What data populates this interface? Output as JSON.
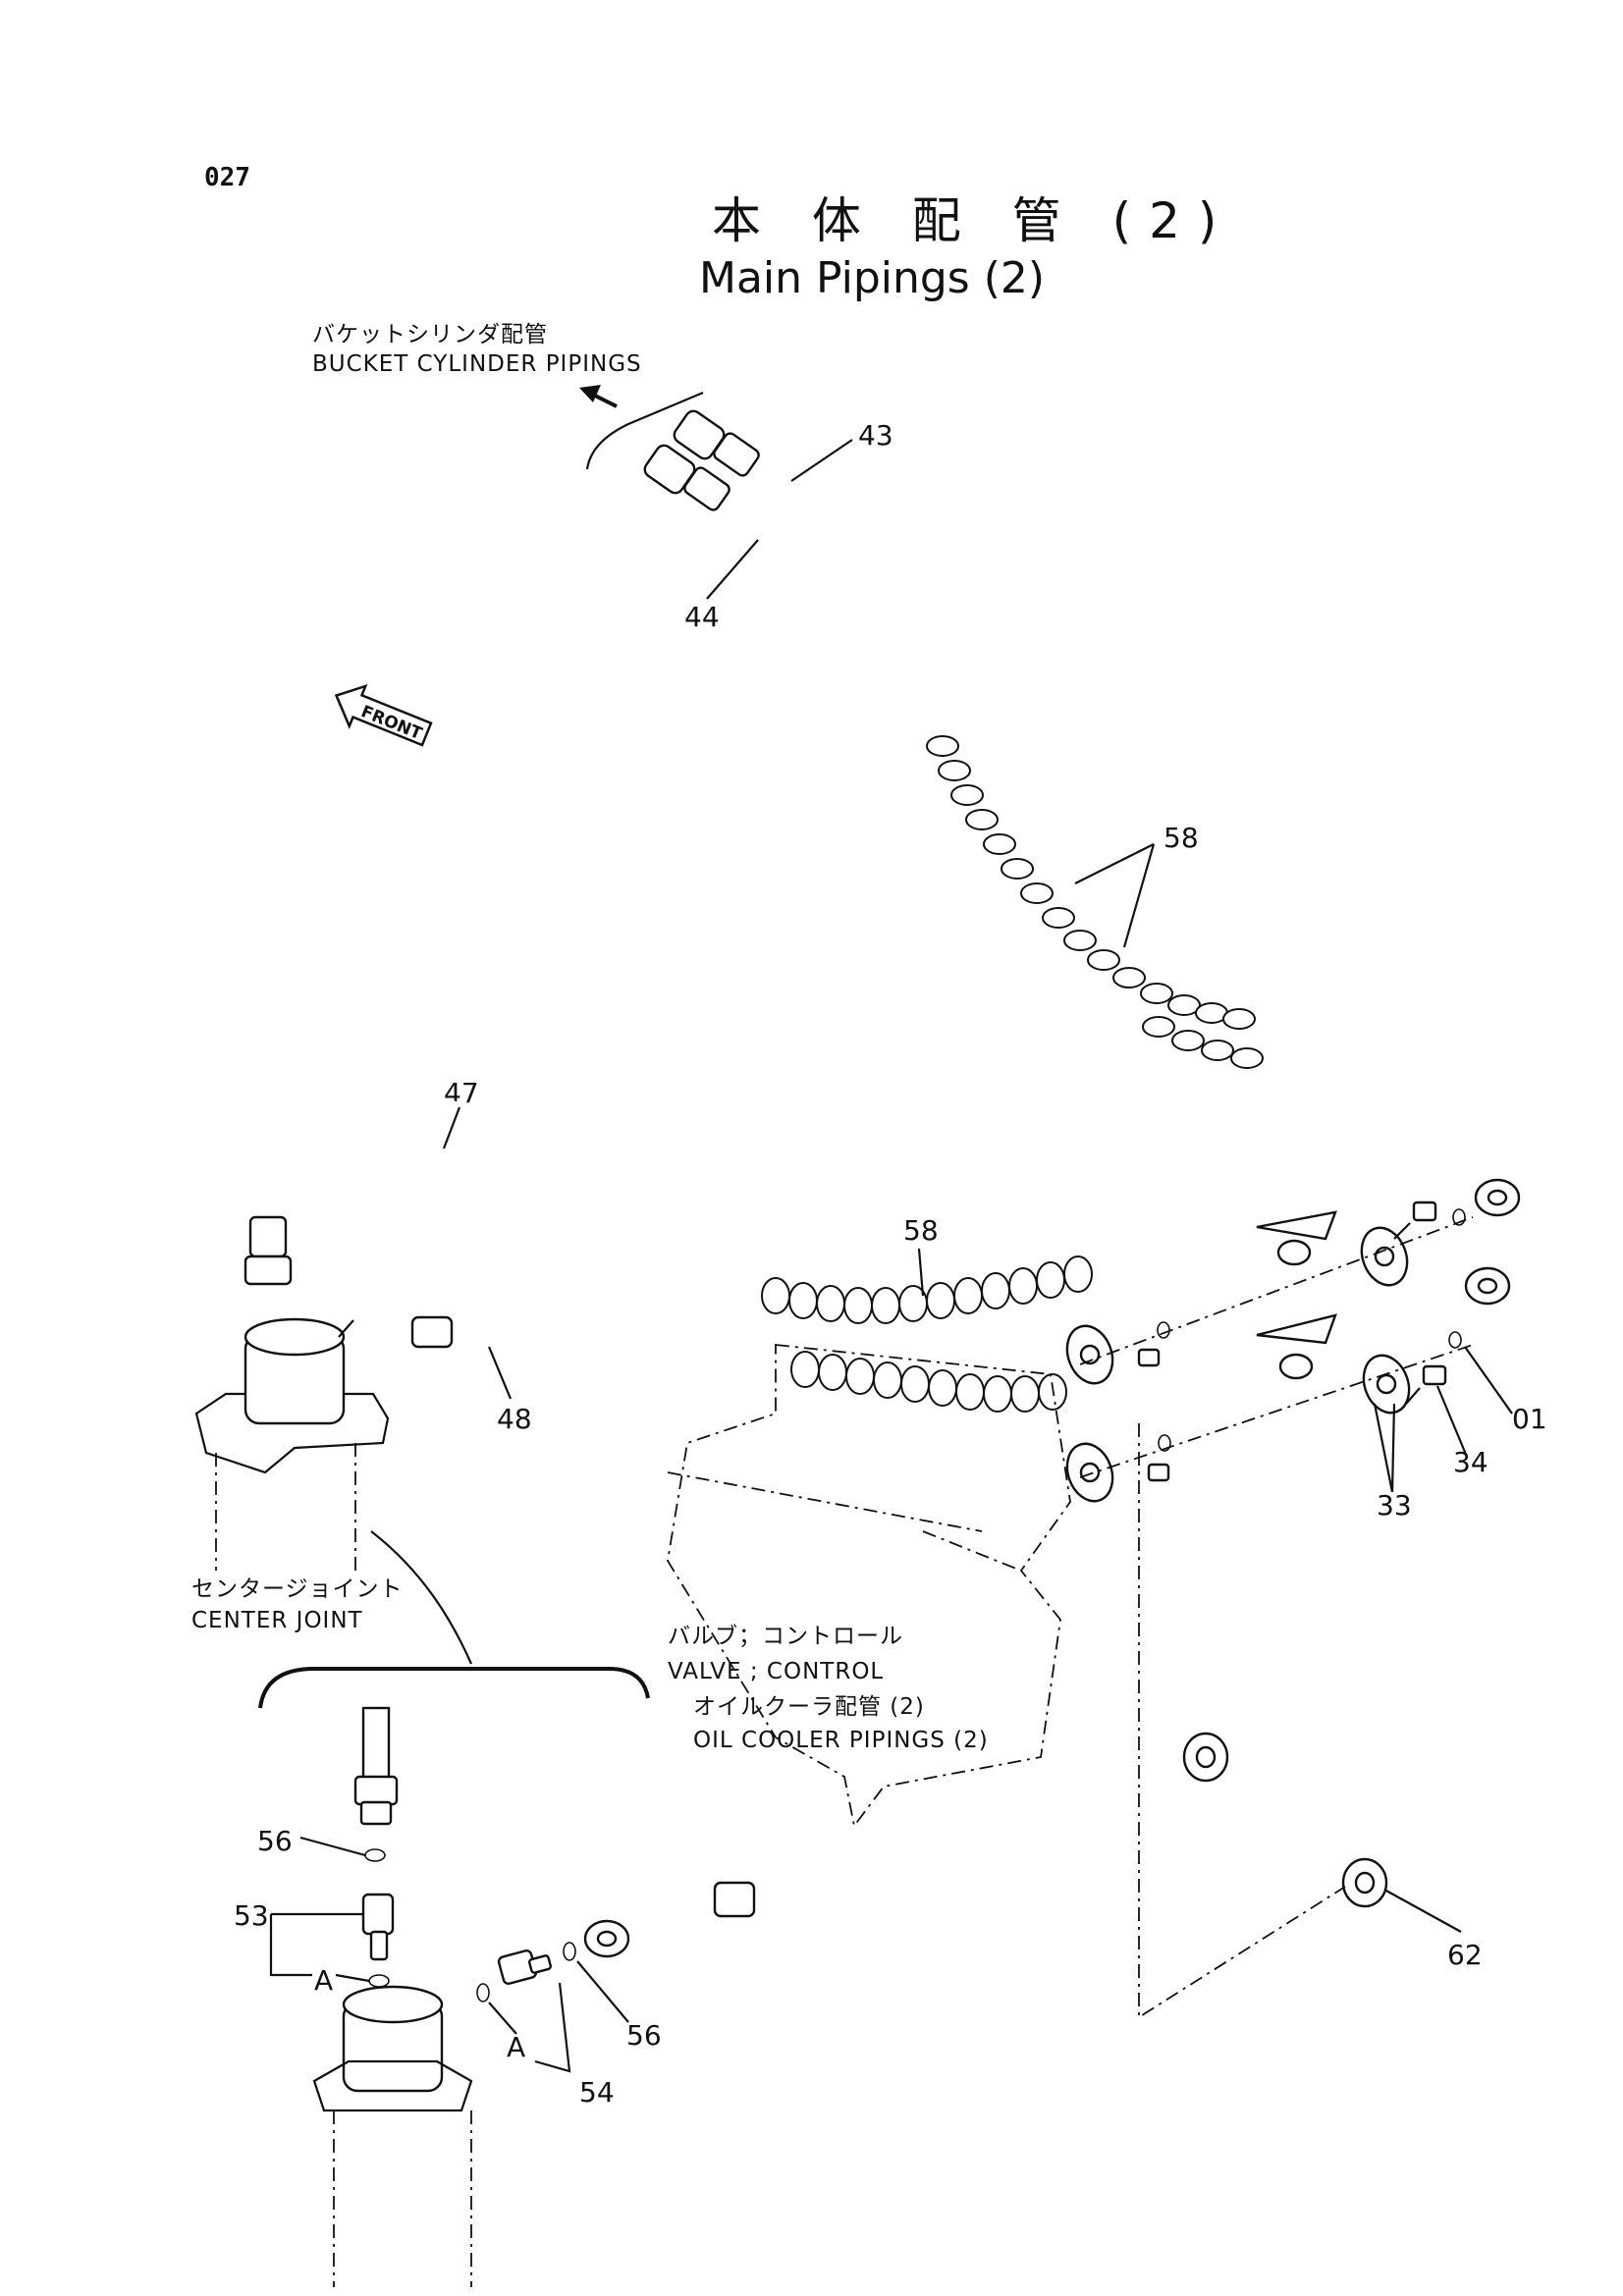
{
  "page_number": "027",
  "title": {
    "japanese": "本 体 配 管 (2)",
    "english": "Main Pipings (2)"
  },
  "labels": {
    "bucket_jp": "バケットシリンダ配管",
    "bucket_en": "BUCKET CYLINDER PIPINGS",
    "front": "FRONT",
    "center_jp": "センタージョイント",
    "center_en": "CENTER JOINT",
    "valve_jp": "バルブ；コントロール",
    "valve_en": "VALVE ; CONTROL",
    "oilcooler_jp": "オイルクーラ配管 (2)",
    "oilcooler_en": "OIL COOLER PIPINGS (2)",
    "section_a1": "A",
    "section_a2": "A"
  },
  "part_numbers": {
    "p43": "43",
    "p44": "44",
    "p58a": "58",
    "p47": "47",
    "p58b": "58",
    "p48": "48",
    "p01": "01",
    "p34": "34",
    "p33": "33",
    "p56a": "56",
    "p53": "53",
    "p56b": "56",
    "p54": "54",
    "p62": "62"
  },
  "icons": [
    "front-arrow-icon",
    "direction-arrow-icon"
  ]
}
